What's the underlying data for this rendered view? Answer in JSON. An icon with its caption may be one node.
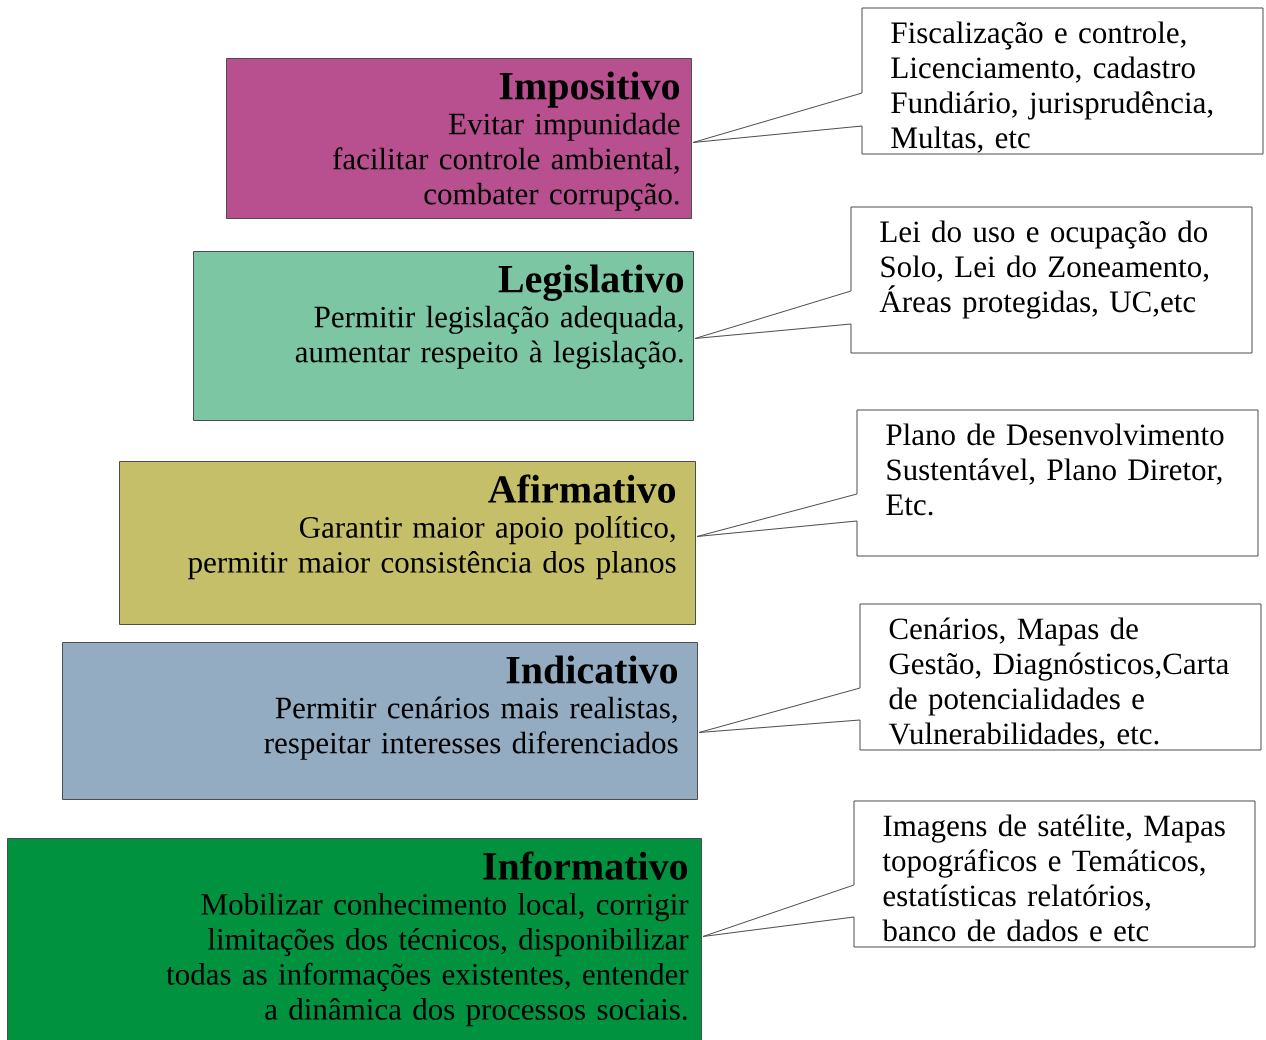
{
  "diagram": {
    "nodes": [
      {
        "text": [
          "Impositivo",
          "Evitar impunidade",
          "facilitar controle ambiental, combater corrupção."
        ]
      },
      {
        "text": [
          "Fiscalização e controle, Licenciamento, cadastro Fundiário, jurisprudência, Multas, etc"
        ]
      },
      {
        "text": [
          "Legislativo",
          "Permitir legislação adequada,",
          "aumentar respeito à legislação."
        ]
      },
      {
        "text": [
          "Lei do uso e ocupação do Solo, Lei do Zoneamento, Áreas protegidas, UC,etc"
        ]
      },
      {
        "text": [
          "Afirmativo",
          "Garantir maior apoio político,",
          "permitir maior consistência dos planos"
        ]
      },
      {
        "text": [
          "Plano de Desenvolvimento Sustentável, Plano Diretor, Etc."
        ]
      },
      {
        "text": [
          "Indicativo",
          "Permitir cenários mais realistas,",
          "respeitar interesses diferenciados"
        ]
      },
      {
        "text": [
          "Cenários, Mapas de Gestão, Diagnósticos,Carta de potencialidades e Vulnerabilidades, etc."
        ]
      },
      {
        "text": [
          "Informativo",
          "Mobilizar conhecimento local, corrigir limitações dos técnicos, disponibilizar todas as informações existentes, entender a dinâmica dos processos sociais."
        ]
      },
      {
        "text": [
          "Imagens de satélite, Mapas topográficos e Temáticos, estatísticas relatórios, banco de dados e etc"
        ]
      }
    ],
    "edges": [
      {
        "from": 1,
        "to": 0,
        "arrow": "none"
      },
      {
        "from": 3,
        "to": 2,
        "arrow": "none"
      },
      {
        "from": 5,
        "to": 4,
        "arrow": "none"
      },
      {
        "from": 7,
        "to": 6,
        "arrow": "none"
      },
      {
        "from": 9,
        "to": 8,
        "arrow": "none"
      }
    ]
  }
}
